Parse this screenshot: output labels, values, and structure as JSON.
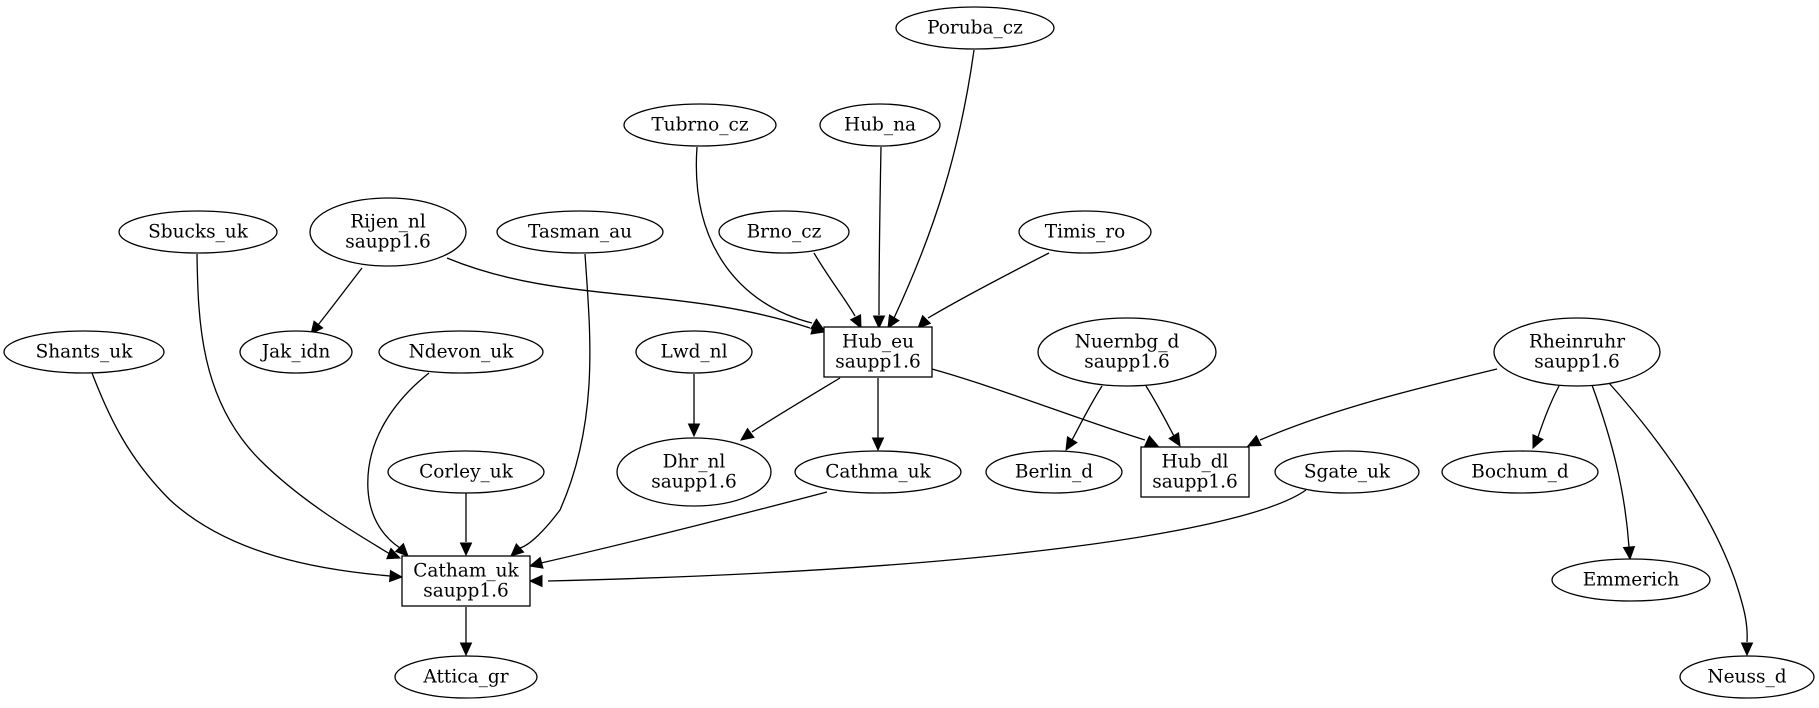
{
  "graph": {
    "nodes": [
      {
        "id": "poruba_cz",
        "shape": "ellipse",
        "lines": [
          "Poruba_cz"
        ]
      },
      {
        "id": "tubrno_cz",
        "shape": "ellipse",
        "lines": [
          "Tubrno_cz"
        ]
      },
      {
        "id": "hub_na",
        "shape": "ellipse",
        "lines": [
          "Hub_na"
        ]
      },
      {
        "id": "sbucks_uk",
        "shape": "ellipse",
        "lines": [
          "Sbucks_uk"
        ]
      },
      {
        "id": "rijen_nl",
        "shape": "ellipse",
        "lines": [
          "Rijen_nl",
          "saupp1.6"
        ]
      },
      {
        "id": "tasman_au",
        "shape": "ellipse",
        "lines": [
          "Tasman_au"
        ]
      },
      {
        "id": "brno_cz",
        "shape": "ellipse",
        "lines": [
          "Brno_cz"
        ]
      },
      {
        "id": "timis_ro",
        "shape": "ellipse",
        "lines": [
          "Timis_ro"
        ]
      },
      {
        "id": "shants_uk",
        "shape": "ellipse",
        "lines": [
          "Shants_uk"
        ]
      },
      {
        "id": "jak_idn",
        "shape": "ellipse",
        "lines": [
          "Jak_idn"
        ]
      },
      {
        "id": "ndevon_uk",
        "shape": "ellipse",
        "lines": [
          "Ndevon_uk"
        ]
      },
      {
        "id": "lwd_nl",
        "shape": "ellipse",
        "lines": [
          "Lwd_nl"
        ]
      },
      {
        "id": "hub_eu",
        "shape": "box",
        "lines": [
          "Hub_eu",
          "saupp1.6"
        ]
      },
      {
        "id": "nuernbg_d",
        "shape": "ellipse",
        "lines": [
          "Nuernbg_d",
          "saupp1.6"
        ]
      },
      {
        "id": "rheinruhr",
        "shape": "ellipse",
        "lines": [
          "Rheinruhr",
          "saupp1.6"
        ]
      },
      {
        "id": "corley_uk",
        "shape": "ellipse",
        "lines": [
          "Corley_uk"
        ]
      },
      {
        "id": "dhr_nl",
        "shape": "ellipse",
        "lines": [
          "Dhr_nl",
          "saupp1.6"
        ]
      },
      {
        "id": "cathma_uk",
        "shape": "ellipse",
        "lines": [
          "Cathma_uk"
        ]
      },
      {
        "id": "berlin_d",
        "shape": "ellipse",
        "lines": [
          "Berlin_d"
        ]
      },
      {
        "id": "hub_dl",
        "shape": "box",
        "lines": [
          "Hub_dl",
          "saupp1.6"
        ]
      },
      {
        "id": "sgate_uk",
        "shape": "ellipse",
        "lines": [
          "Sgate_uk"
        ]
      },
      {
        "id": "bochum_d",
        "shape": "ellipse",
        "lines": [
          "Bochum_d"
        ]
      },
      {
        "id": "catham_uk",
        "shape": "box",
        "lines": [
          "Catham_uk",
          "saupp1.6"
        ]
      },
      {
        "id": "emmerich",
        "shape": "ellipse",
        "lines": [
          "Emmerich"
        ]
      },
      {
        "id": "attica_gr",
        "shape": "ellipse",
        "lines": [
          "Attica_gr"
        ]
      },
      {
        "id": "neuss_d",
        "shape": "ellipse",
        "lines": [
          "Neuss_d"
        ]
      }
    ],
    "edges": [
      {
        "from": "poruba_cz",
        "to": "hub_eu"
      },
      {
        "from": "tubrno_cz",
        "to": "hub_eu"
      },
      {
        "from": "hub_na",
        "to": "hub_eu"
      },
      {
        "from": "brno_cz",
        "to": "hub_eu"
      },
      {
        "from": "timis_ro",
        "to": "hub_eu"
      },
      {
        "from": "rijen_nl",
        "to": "hub_eu"
      },
      {
        "from": "rijen_nl",
        "to": "jak_idn"
      },
      {
        "from": "lwd_nl",
        "to": "dhr_nl"
      },
      {
        "from": "hub_eu",
        "to": "dhr_nl"
      },
      {
        "from": "hub_eu",
        "to": "cathma_uk"
      },
      {
        "from": "hub_eu",
        "to": "hub_dl"
      },
      {
        "from": "nuernbg_d",
        "to": "berlin_d"
      },
      {
        "from": "nuernbg_d",
        "to": "hub_dl"
      },
      {
        "from": "rheinruhr",
        "to": "hub_dl"
      },
      {
        "from": "rheinruhr",
        "to": "bochum_d"
      },
      {
        "from": "rheinruhr",
        "to": "emmerich"
      },
      {
        "from": "rheinruhr",
        "to": "neuss_d"
      },
      {
        "from": "shants_uk",
        "to": "catham_uk"
      },
      {
        "from": "sbucks_uk",
        "to": "catham_uk"
      },
      {
        "from": "ndevon_uk",
        "to": "catham_uk"
      },
      {
        "from": "tasman_au",
        "to": "catham_uk"
      },
      {
        "from": "corley_uk",
        "to": "catham_uk"
      },
      {
        "from": "cathma_uk",
        "to": "catham_uk"
      },
      {
        "from": "sgate_uk",
        "to": "catham_uk"
      },
      {
        "from": "catham_uk",
        "to": "attica_gr"
      }
    ]
  }
}
